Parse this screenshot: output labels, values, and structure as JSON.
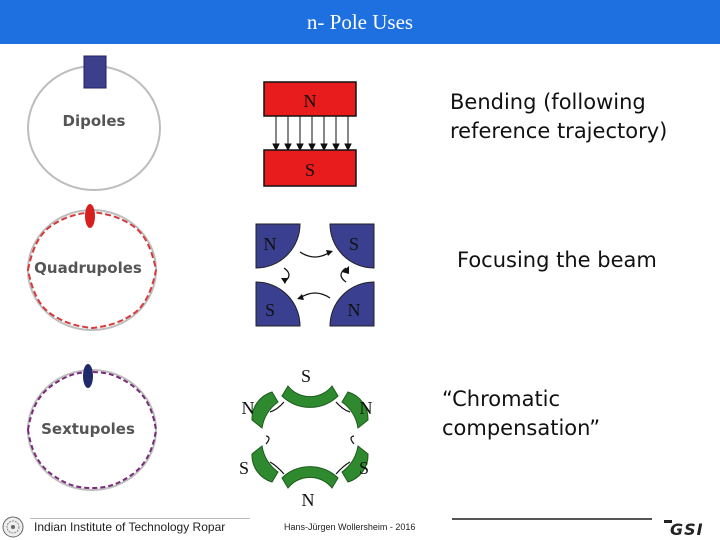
{
  "header": {
    "title": "n- Pole Uses"
  },
  "rows": [
    {
      "ring_label": "Dipoles",
      "description": "Bending (following reference trajectory)",
      "pole_labels": [
        "N",
        "S"
      ]
    },
    {
      "ring_label": "Quadrupoles",
      "description": "Focusing the beam",
      "pole_labels": [
        "N",
        "S",
        "S",
        "N"
      ]
    },
    {
      "ring_label": "Sextupoles",
      "description": "“Chromatic compensation”",
      "pole_labels": [
        "S",
        "N",
        "N",
        "S",
        "S",
        "N"
      ]
    }
  ],
  "descriptions": {
    "dipole_line1": "Bending (following",
    "dipole_line2": "reference trajectory)",
    "quad": "Focusing the beam",
    "sext_line1": "“Chromatic",
    "sext_line2": "compensation”"
  },
  "footer": {
    "institute": "Indian Institute of Technology Ropar",
    "author": "Hans-Jürgen Wollersheim - 2016",
    "logo_text": "GSI"
  },
  "colors": {
    "header_bg": "#1e6fe0",
    "dipole_red": "#e81c1c",
    "quad_blue": "#3a3f8f",
    "sext_green": "#2f8a2f"
  }
}
